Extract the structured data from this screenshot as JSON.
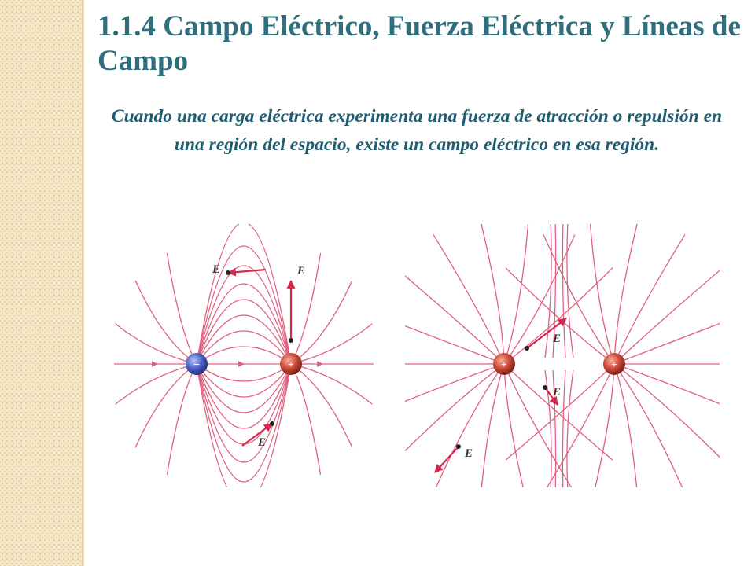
{
  "slide": {
    "title": "1.1.4 Campo Eléctrico, Fuerza Eléctrica y Líneas de Campo",
    "body": "Cuando una carga eléctrica experimenta una fuerza de atracción o repulsión en una región del espacio, existe un campo eléctrico en esa región."
  },
  "diagrams": {
    "dipole": {
      "negative_charge_sign": "−",
      "positive_charge_sign": "+",
      "field_labels": [
        "E",
        "E",
        "E"
      ]
    },
    "like_charges": {
      "charge_signs": [
        "+",
        "+"
      ],
      "field_labels": [
        "E",
        "E",
        "E"
      ]
    }
  },
  "colors": {
    "accent": "#2f6e7d",
    "text": "#215d72",
    "field_line": "#e0607f",
    "negative_charge": "#4d63c6",
    "positive_charge": "#cf4a3a",
    "sidebar": "#f4e8c7"
  }
}
